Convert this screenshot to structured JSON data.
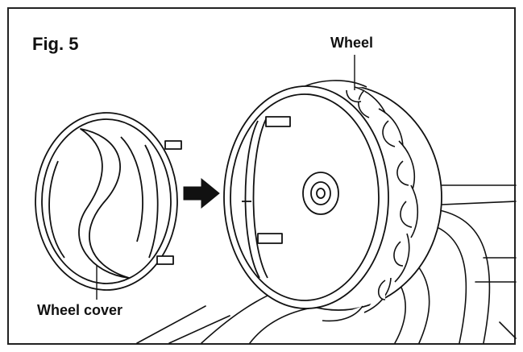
{
  "figure": {
    "title": "Fig. 5"
  },
  "labels": {
    "wheel": "Wheel",
    "wheel_cover": "Wheel cover"
  },
  "colors": {
    "line": "#111111",
    "frame": "#222222",
    "background": "#ffffff",
    "arrow": "#111111"
  }
}
